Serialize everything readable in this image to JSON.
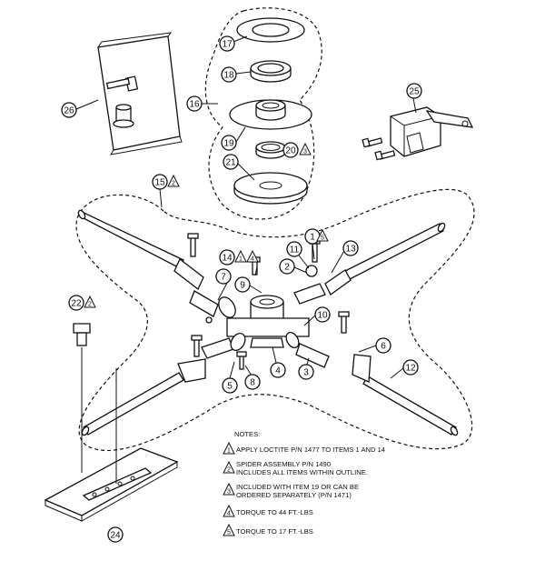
{
  "callouts": {
    "c1": "1",
    "c2": "2",
    "c3": "3",
    "c4": "4",
    "c5": "5",
    "c6": "6",
    "c7": "7",
    "c8": "8",
    "c9": "9",
    "c10": "10",
    "c11": "11",
    "c12": "12",
    "c13": "13",
    "c14": "14",
    "c15": "15",
    "c16": "16",
    "c17": "17",
    "c18": "18",
    "c19": "19",
    "c20": "20",
    "c21": "21",
    "c22": "22",
    "c24": "24",
    "c25": "25",
    "c26": "26"
  },
  "flags": {
    "f1": "1",
    "f2": "2",
    "f3": "3",
    "f4": "4",
    "f5": "5"
  },
  "notes": {
    "title": "NOTES:",
    "n1": "APPLY LOCTITE  P/N 1477 TO ITEMS 1 AND 14",
    "n2a": "SPIDER ASSEMBLY P/N 1490",
    "n2b": "INCLUDES ALL ITEMS WITHIN OUTLINE.",
    "n3a": "INCLUDED WITH ITEM 19 OR CAN BE",
    "n3b": "ORDERED SEPARATELY (P/N 1471)",
    "n4": "TORQUE TO 44 FT.-LBS",
    "n5": "TORQUE TO 17 FT.-LBS"
  }
}
